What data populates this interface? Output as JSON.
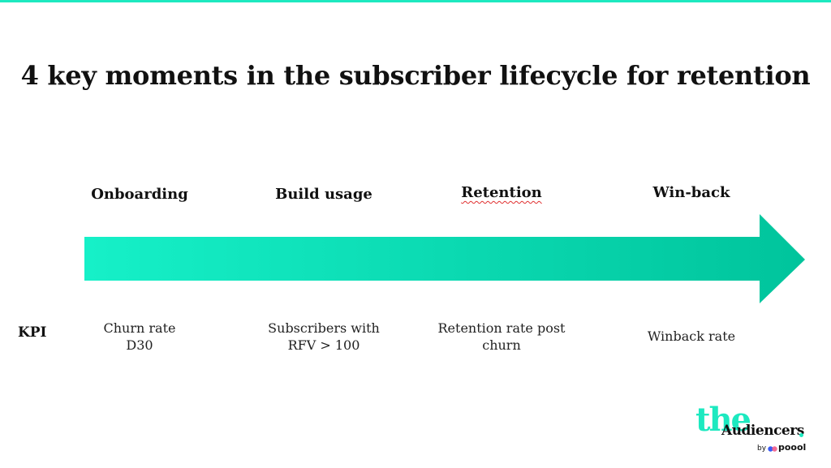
{
  "title": "4 key moments in the subscriber lifecycle for retention",
  "stages": [
    {
      "label": "Onboarding",
      "kpi": [
        "Churn rate",
        "D30"
      ]
    },
    {
      "label": "Build usage",
      "kpi": [
        "Subscribers with",
        "RFV > 100"
      ]
    },
    {
      "label": "Retention",
      "kpi": [
        "Retention rate post",
        "churn"
      ]
    },
    {
      "label": "Win-back",
      "kpi": [
        "Winback rate"
      ]
    }
  ],
  "kpi_row_label": "KPI",
  "logo": {
    "the": "the",
    "audiencers": "Audiencers",
    "by": "by",
    "poool": "poool"
  },
  "colors": {
    "accent": "#1de9c0",
    "arrow_start": "#16f0c8",
    "arrow_end": "#00c49c",
    "text": "#111111",
    "spellcheck_underline": "#e03030",
    "poool_blue": "#3a5cf5",
    "poool_pink": "#f05b8a"
  }
}
